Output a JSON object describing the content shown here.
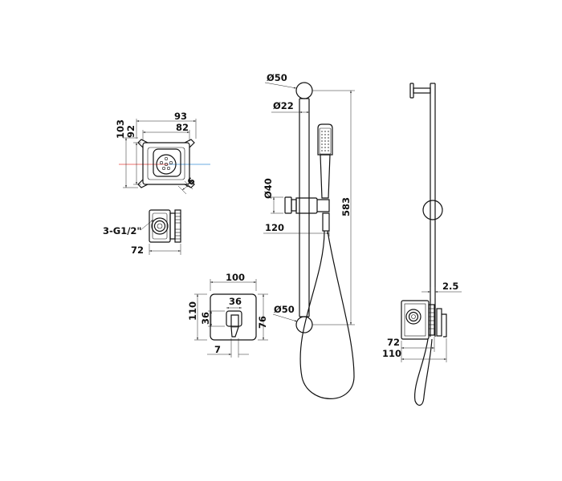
{
  "dimensions": {
    "d93": "93",
    "d82": "82",
    "d103": "103",
    "d92": "92",
    "d6": "6",
    "thread": "3-G1/2\"",
    "d72a": "72",
    "d100": "100",
    "d110a": "110",
    "d36h": "36",
    "d36v": "36",
    "d76": "76",
    "d7": "7",
    "d50top": "Ø50",
    "d22": "Ø22",
    "d40": "Ø40",
    "d120": "120",
    "d583": "583",
    "d50bot": "Ø50",
    "d2_5": "2.5",
    "d72b": "72",
    "d110b": "110"
  },
  "colors": {
    "axis_red": "#e8413c",
    "axis_blue": "#3a8fd8"
  }
}
